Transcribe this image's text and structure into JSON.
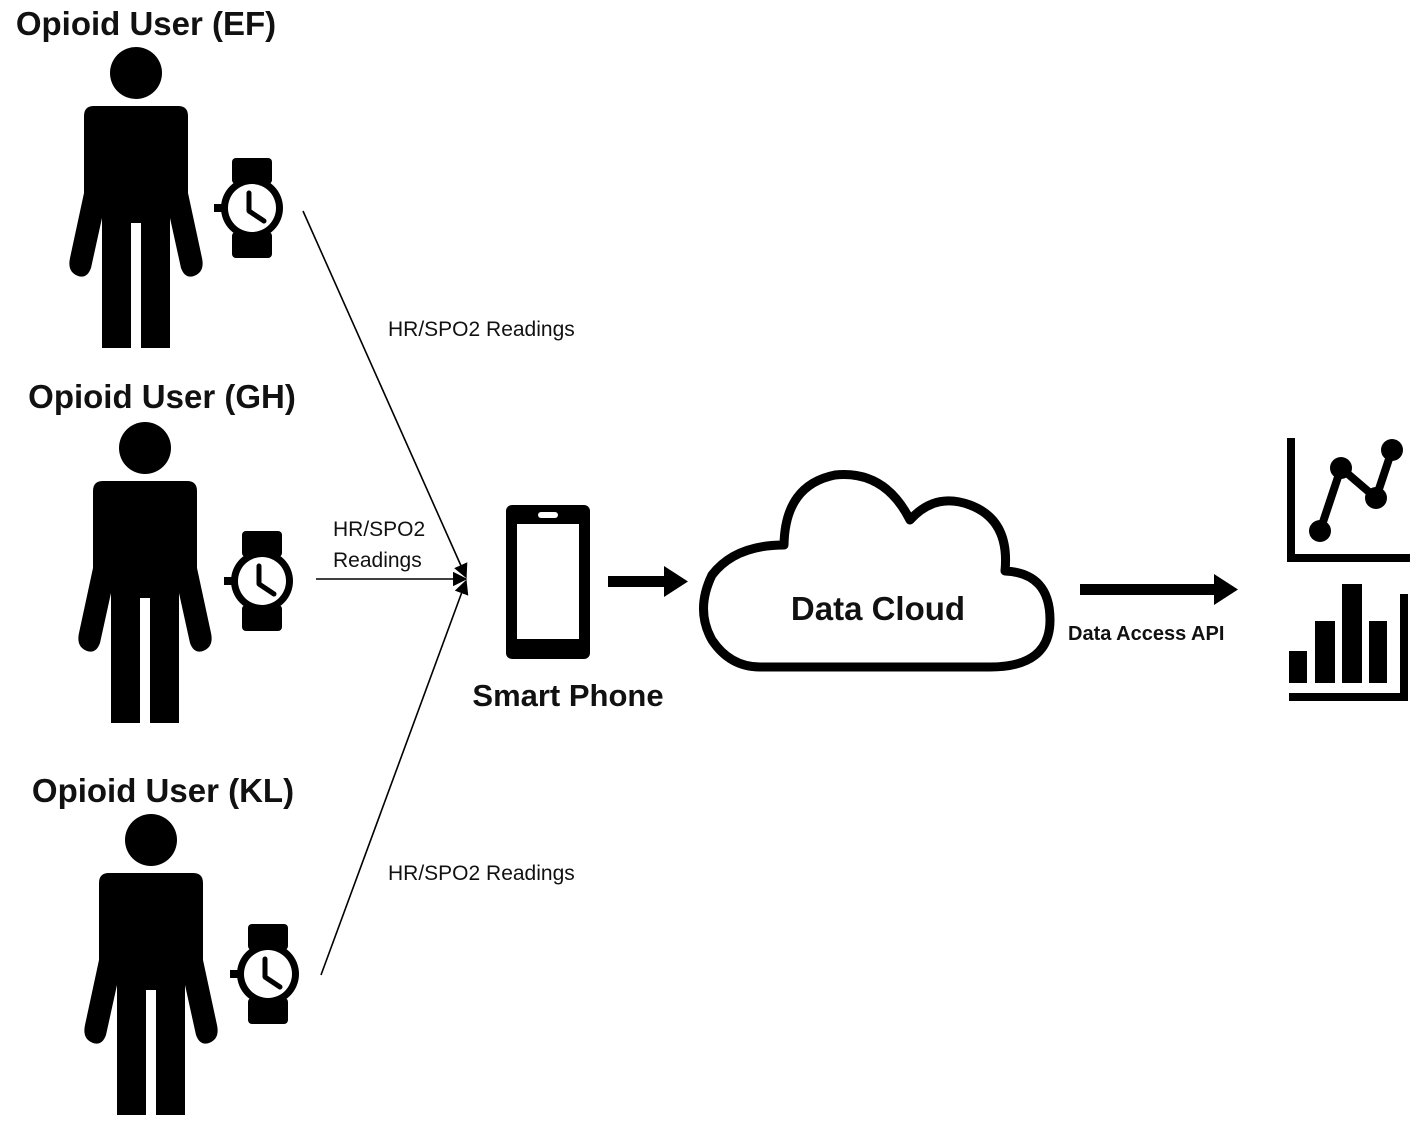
{
  "users": [
    {
      "label": "Opioid User (EF)"
    },
    {
      "label": "Opioid User (GH)"
    },
    {
      "label": "Opioid User (KL)"
    }
  ],
  "connections": {
    "top": "HR/SPO2 Readings",
    "middle_line1": "HR/SPO2",
    "middle_line2": "Readings",
    "bottom": "HR/SPO2 Readings"
  },
  "phone": {
    "label": "Smart Phone"
  },
  "cloud": {
    "label": "Data Cloud"
  },
  "api": {
    "label": "Data Access API"
  },
  "icons": {
    "person": "person-icon",
    "watch": "smartwatch-icon",
    "phone": "smartphone-icon",
    "cloud": "cloud-icon",
    "line_chart": "line-chart-icon",
    "bar_chart": "bar-chart-icon"
  },
  "colors": {
    "ink": "#000000",
    "background": "#ffffff"
  }
}
